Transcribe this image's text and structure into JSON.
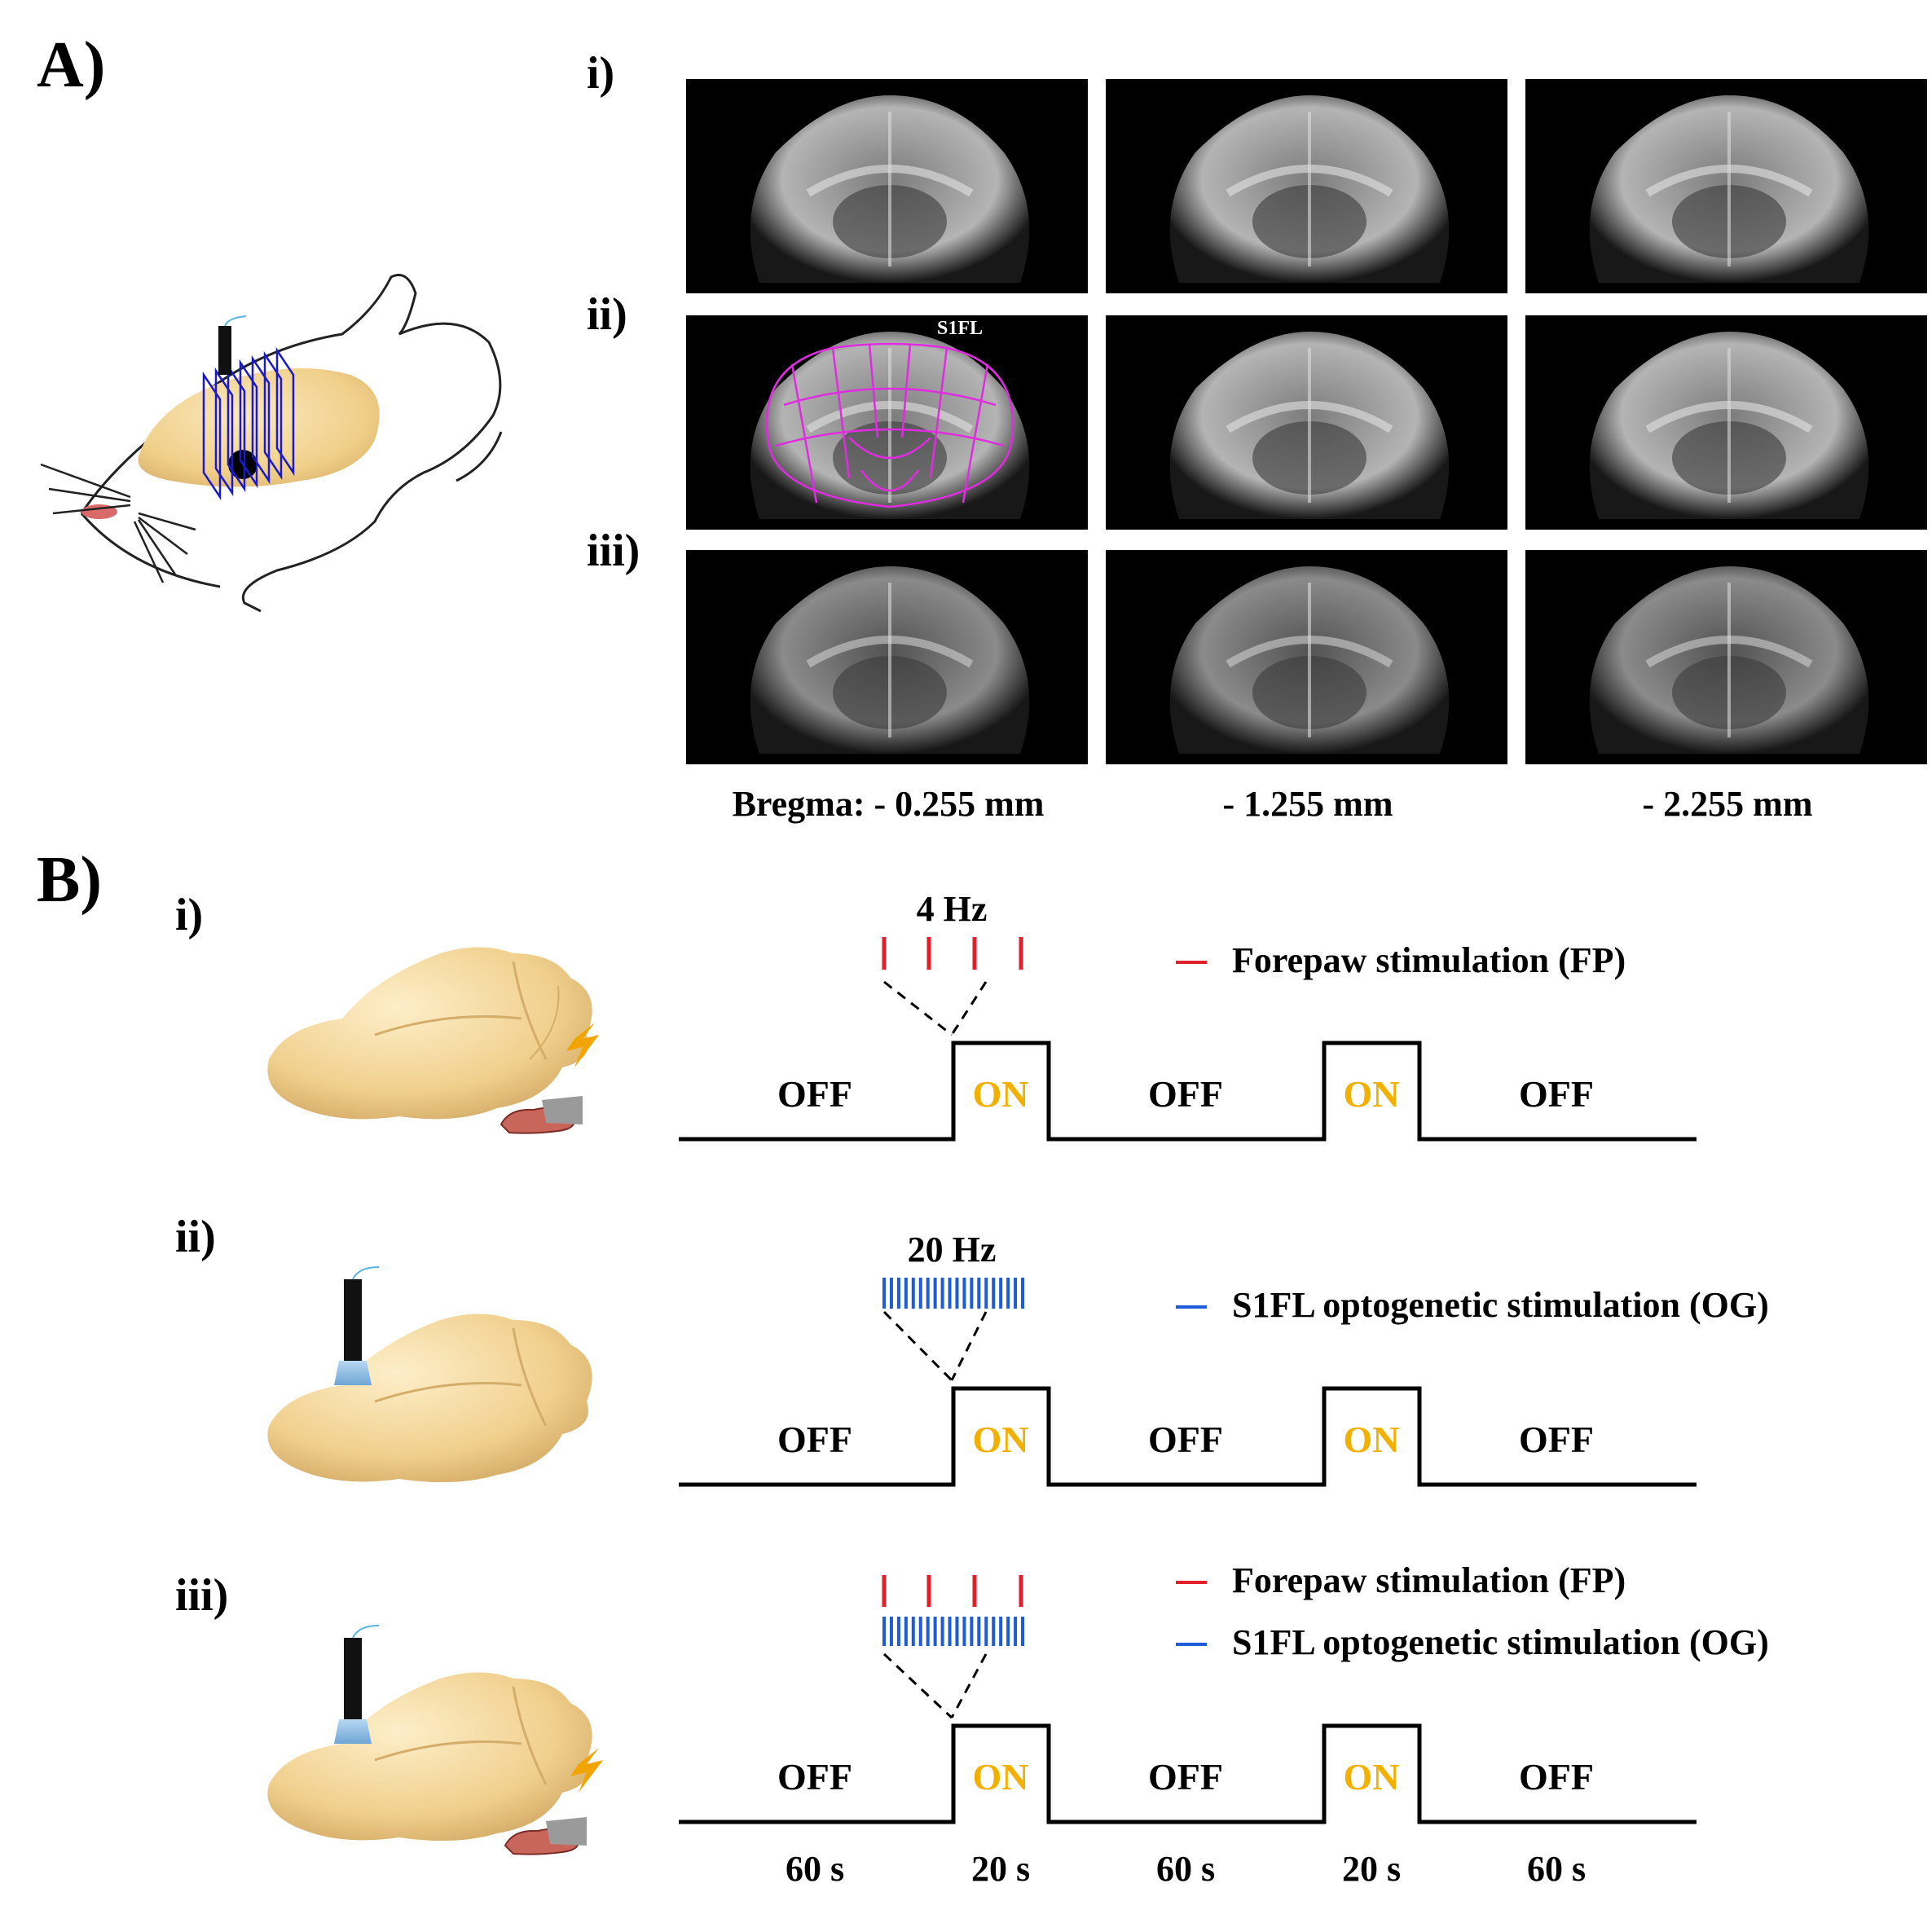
{
  "panel_a": {
    "label": "A)",
    "rows": [
      {
        "label": "i)"
      },
      {
        "label": "ii)",
        "atlas_label": "S1FL"
      },
      {
        "label": "iii)"
      }
    ],
    "slice_captions": [
      "Bregma: - 0.255 mm",
      "- 1.255 mm",
      "- 2.255 mm"
    ]
  },
  "panel_b": {
    "label": "B)",
    "rows": [
      {
        "label": "i)",
        "frequency": "4 Hz",
        "legend": [
          {
            "text": "Forepaw stimulation (FP)",
            "color": "#e0202a"
          }
        ]
      },
      {
        "label": "ii)",
        "frequency": "20 Hz",
        "legend": [
          {
            "text": "S1FL optogenetic stimulation (OG)",
            "color": "#1e5bd6"
          }
        ]
      },
      {
        "label": "iii)",
        "frequency": "",
        "legend": [
          {
            "text": "Forepaw stimulation (FP)",
            "color": "#e0202a"
          },
          {
            "text": "S1FL optogenetic stimulation (OG)",
            "color": "#1e5bd6"
          }
        ]
      }
    ],
    "block_labels": [
      "OFF",
      "ON",
      "OFF",
      "ON",
      "OFF"
    ],
    "durations": [
      "60 s",
      "20 s",
      "60 s",
      "20 s",
      "60 s"
    ],
    "colors": {
      "on": "#f2b100",
      "off": "#000000",
      "fp": "#e0202a",
      "og": "#1e5bd6",
      "brain": "#f5d9a0",
      "paw": "#c9665b",
      "fiber": "#111111"
    }
  }
}
